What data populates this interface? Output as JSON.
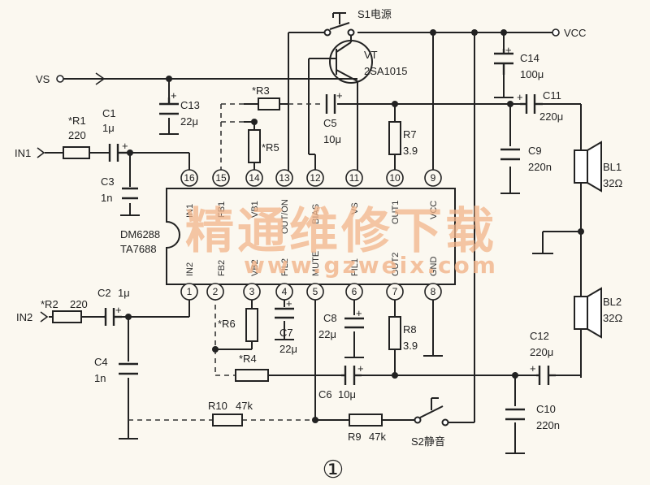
{
  "figure_number": "①",
  "chip": {
    "name_1": "DM6288",
    "name_2": "TA7688"
  },
  "pins_top": [
    {
      "num": "16",
      "label": "IN1"
    },
    {
      "num": "15",
      "label": "FB1"
    },
    {
      "num": "14",
      "label": "VB1"
    },
    {
      "num": "13",
      "label": "OUT/ON"
    },
    {
      "num": "12",
      "label": "BIAS"
    },
    {
      "num": "11",
      "label": "VS"
    },
    {
      "num": "10",
      "label": "OUT1"
    },
    {
      "num": "9",
      "label": "VCC"
    }
  ],
  "pins_bottom": [
    {
      "num": "1",
      "label": "IN2"
    },
    {
      "num": "2",
      "label": "FB2"
    },
    {
      "num": "3",
      "label": "VB2"
    },
    {
      "num": "4",
      "label": "FIL2"
    },
    {
      "num": "5",
      "label": "MUTE"
    },
    {
      "num": "6",
      "label": "FIL1"
    },
    {
      "num": "7",
      "label": "OUT2"
    },
    {
      "num": "8",
      "label": "GND"
    }
  ],
  "terminals": {
    "vs": "VS",
    "vcc": "VCC",
    "in1": "IN1",
    "in2": "IN2"
  },
  "components": {
    "s1": "S1电源",
    "vt": "VT",
    "vt_model": "2SA1015",
    "r1": "*R1",
    "r1_val": "220",
    "c1": "C1",
    "c1_val": "1μ",
    "c3": "C3",
    "c3_val": "1n",
    "c13": "C13",
    "c13_val": "22μ",
    "r3": "*R3",
    "r5": "*R5",
    "c5": "C5",
    "c5_val": "10μ",
    "r7": "R7",
    "r7_val": "3.9",
    "c14": "C14",
    "c14_val": "100μ",
    "c11": "C11",
    "c11_val": "220μ",
    "c9": "C9",
    "c9_val": "220n",
    "bl1": "BL1",
    "bl1_val": "32Ω",
    "bl2": "BL2",
    "bl2_val": "32Ω",
    "r2": "*R2",
    "r2_val": "220",
    "c2": "C2",
    "c2_val": "1μ",
    "c4": "C4",
    "c4_val": "1n",
    "r6": "*R6",
    "c7": "C7",
    "c7_val": "22μ",
    "r4": "*R4",
    "c8": "C8",
    "c8_val": "22μ",
    "r8": "R8",
    "r8_val": "3.9",
    "c6": "C6",
    "c6_val": "10μ",
    "c12": "C12",
    "c12_val": "220μ",
    "c10": "C10",
    "c10_val": "220n",
    "r10": "R10",
    "r10_val": "47k",
    "r9": "R9",
    "r9_val": "47k",
    "s2": "S2静音"
  },
  "watermark": {
    "text": "精通维修下载",
    "url": "www.gzweix.com"
  }
}
